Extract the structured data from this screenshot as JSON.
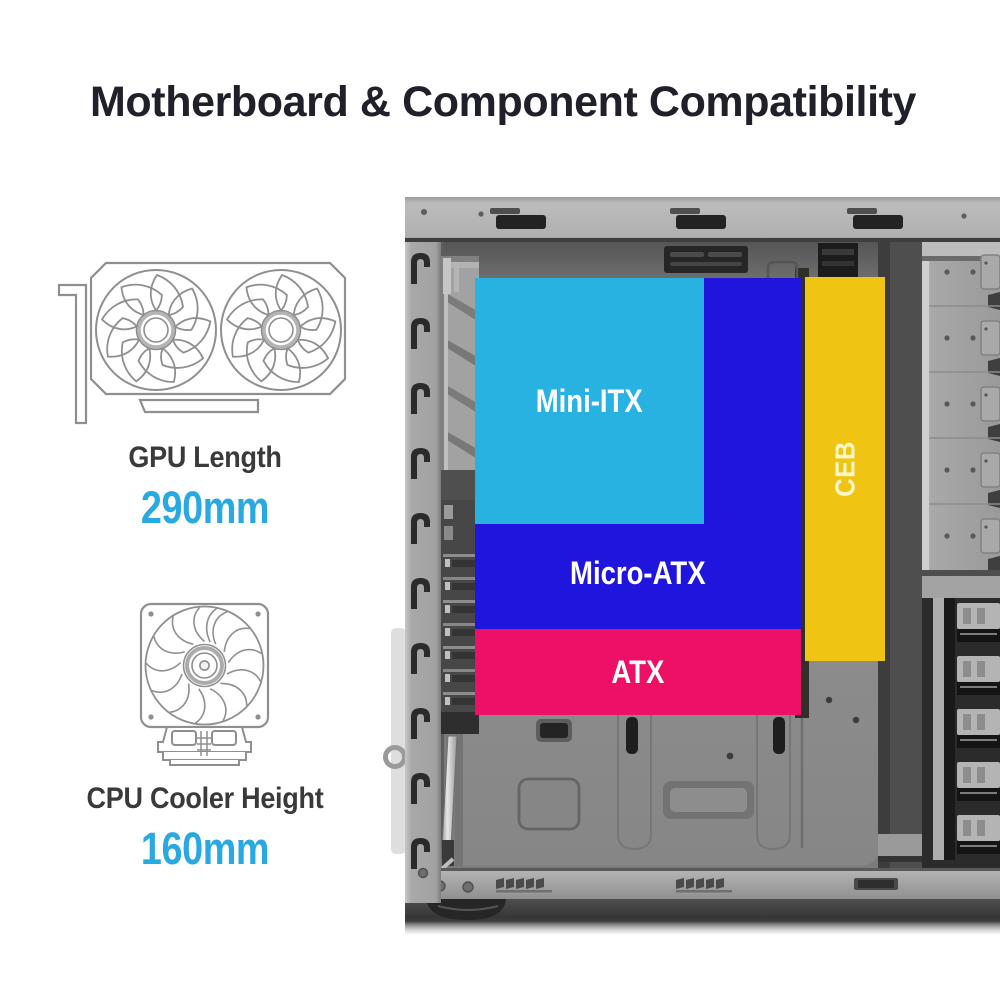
{
  "title": "Motherboard & Component Compatibility",
  "specs": [
    {
      "id": "gpu",
      "label": "GPU Length",
      "value": "290mm"
    },
    {
      "id": "cooler",
      "label": "CPU Cooler Height",
      "value": "160mm"
    }
  ],
  "diagram": {
    "zones": [
      {
        "id": "mini-itx",
        "label": "Mini-ITX",
        "color": "#27b2e2",
        "label_color": "#ffffff"
      },
      {
        "id": "micro-atx",
        "label": "Micro-ATX",
        "color": "#1f15dd",
        "label_color": "#ffffff"
      },
      {
        "id": "atx",
        "label": "ATX",
        "color": "#ee0f67",
        "label_color": "#ffffff"
      },
      {
        "id": "ceb",
        "label": "CEB",
        "color": "#f0c413",
        "label_color": "#fdf6c8"
      }
    ]
  },
  "colors": {
    "title_text": "#20202a",
    "spec_label_text": "#3a3a3a",
    "spec_value_text": "#29a9e1",
    "background": "#ffffff"
  }
}
